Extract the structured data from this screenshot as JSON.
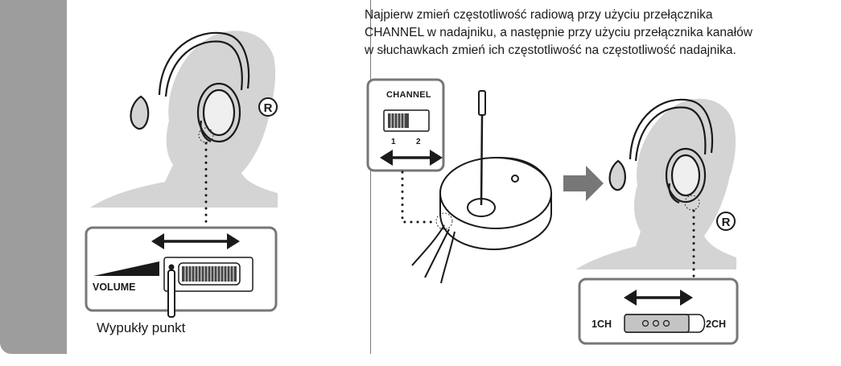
{
  "instructions": {
    "line1": "Najpierw zmień częstotliwość radiową przy użyciu przełącznika",
    "line2": "CHANNEL w nadajniku, a następnie przy użyciu przełącznika kanałów",
    "line3": "w słuchawkach zmień ich częstotliwość na częstotliwość nadajnika."
  },
  "left_panel": {
    "volume_label": "VOLUME",
    "caption": "Wypukły punkt",
    "right_marker": "R"
  },
  "transmitter": {
    "channel_label": "CHANNEL",
    "channel_1": "1",
    "channel_2": "2"
  },
  "headphone_switch": {
    "right_marker": "R",
    "label_1ch": "1CH",
    "label_2ch": "2CH"
  },
  "colors": {
    "tab_gray": "#9d9d9d",
    "silhouette_gray": "#d4d4d4",
    "frame_gray": "#777777"
  }
}
